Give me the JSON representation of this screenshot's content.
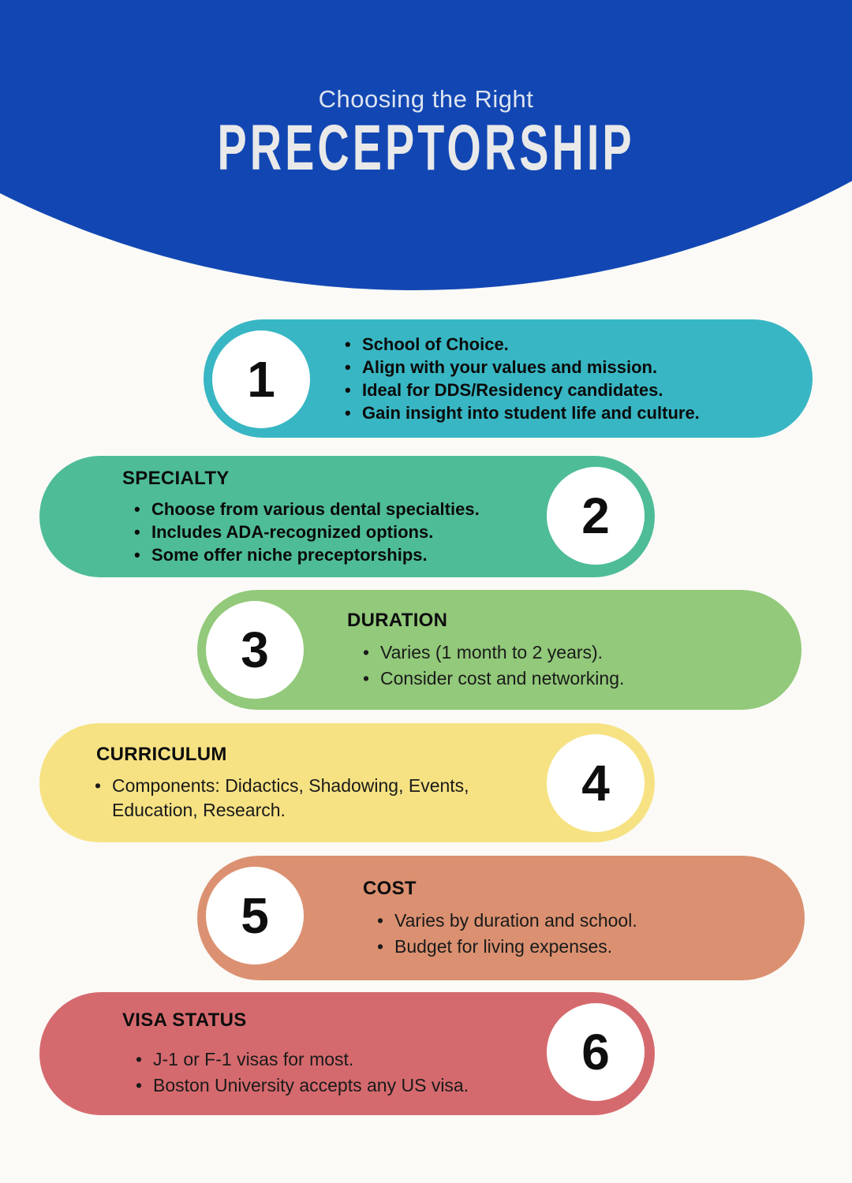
{
  "glyphs": {
    "bullet": "•"
  },
  "colors": {
    "header_bg": "#1247b3",
    "page_bg": "#fbfaf7",
    "title_text": "#e9e9e9",
    "subtitle_text": "#dde4f0",
    "text_dark": "#0d0d0d"
  },
  "header": {
    "subtitle": "Choosing the Right",
    "title": "PRECEPTORSHIP"
  },
  "sections": [
    {
      "number": "1",
      "heading": "",
      "color": "#38b6c3",
      "circle_side": "left",
      "items": [
        "School of Choice.",
        "Align with your values and mission.",
        "Ideal for DDS/Residency candidates.",
        "Gain insight into student life and culture."
      ]
    },
    {
      "number": "2",
      "heading": "SPECIALTY",
      "color": "#4ebd97",
      "circle_side": "right",
      "items": [
        "Choose from various dental specialties.",
        "Includes ADA-recognized options.",
        "Some offer niche preceptorships."
      ]
    },
    {
      "number": "3",
      "heading": "DURATION",
      "color": "#92c97a",
      "circle_side": "left",
      "items": [
        "Varies (1 month to 2 years).",
        "Consider cost and networking."
      ]
    },
    {
      "number": "4",
      "heading": "CURRICULUM",
      "color": "#f6e283",
      "circle_side": "right",
      "items": [
        "Components: Didactics, Shadowing, Events, Education, Research."
      ]
    },
    {
      "number": "5",
      "heading": "COST",
      "color": "#db9171",
      "circle_side": "left",
      "items": [
        "Varies by duration and school.",
        "Budget for living expenses."
      ]
    },
    {
      "number": "6",
      "heading": "VISA STATUS",
      "color": "#d56a6e",
      "circle_side": "right",
      "items": [
        "J-1 or F-1 visas for most.",
        "Boston University accepts any US visa."
      ]
    }
  ]
}
